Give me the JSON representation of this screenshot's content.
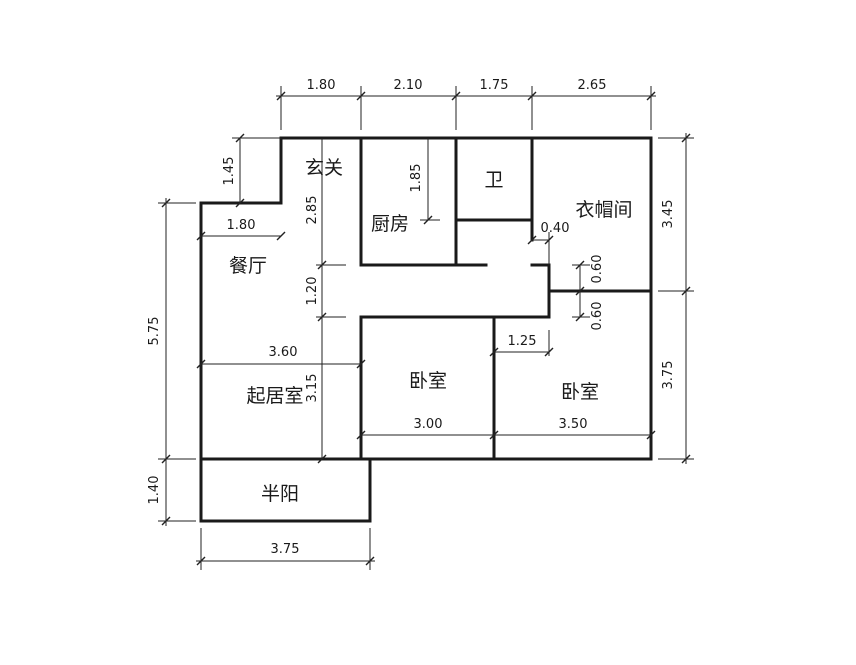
{
  "rooms": {
    "entry": "玄关",
    "dining": "餐厅",
    "kitchen": "厨房",
    "bath": "卫",
    "closet": "衣帽间",
    "living": "起居室",
    "bedroom1": "卧室",
    "bedroom2": "卧室",
    "balcony": "半阳"
  },
  "dims": {
    "top1": "1.80",
    "top2": "2.10",
    "top3": "1.75",
    "top4": "2.65",
    "left_total": "5.75",
    "left_balcony": "1.40",
    "bottom_balcony": "3.75",
    "right_upper": "3.45",
    "right_lower": "3.75",
    "entry_step_h": "1.45",
    "dining_w": "1.80",
    "entry_h": "2.85",
    "kitchen_h": "1.85",
    "corridor_h": "1.20",
    "living_w": "3.60",
    "living_h": "3.15",
    "bedroom1_w": "3.00",
    "bedroom2_w": "3.50",
    "bedroom2_notch": "1.25",
    "bath_door": "0.40",
    "closet_gap1": "0.60",
    "closet_gap2": "0.60"
  }
}
